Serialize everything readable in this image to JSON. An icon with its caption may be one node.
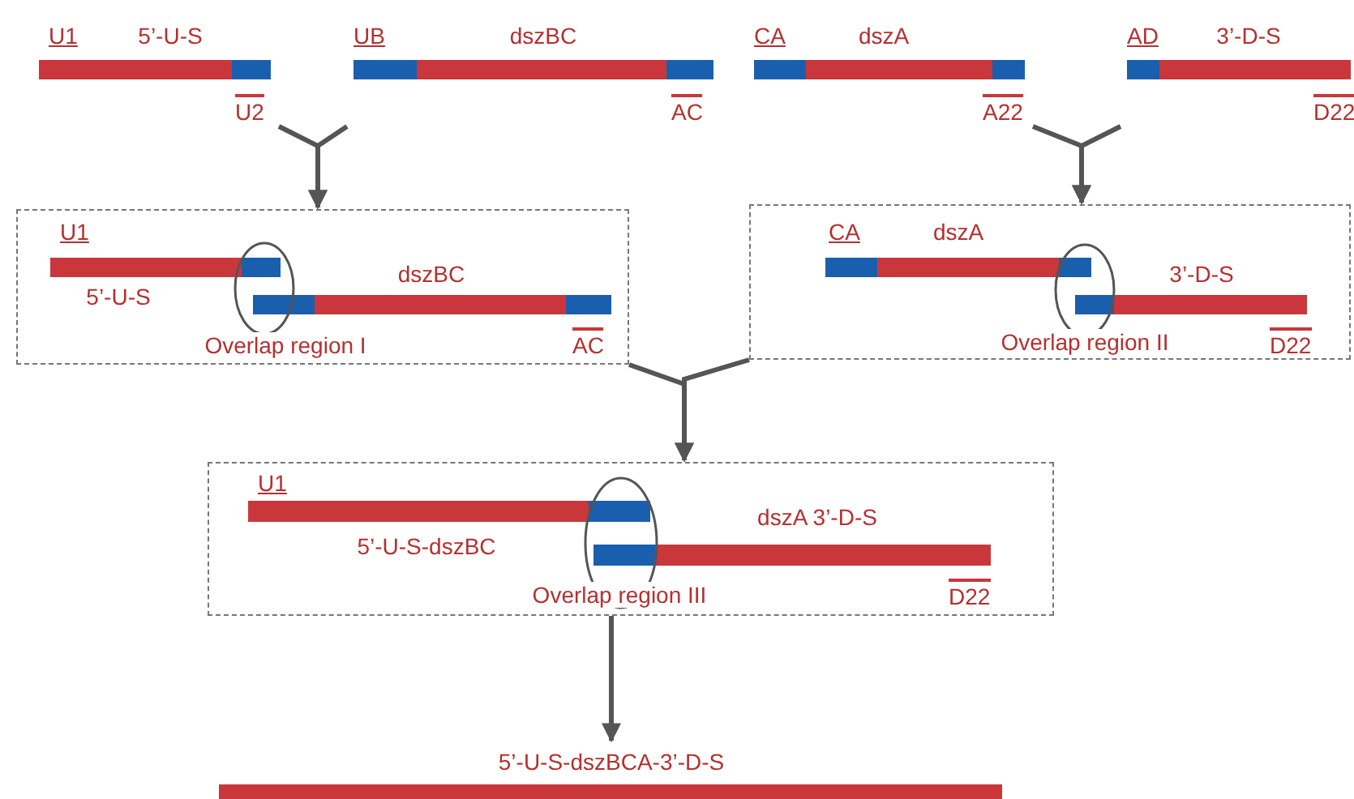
{
  "diagram": {
    "nodes": [
      {
        "text": [
          "5’-U-S"
        ],
        "beside": [
          "U1",
          "U2"
        ]
      },
      {
        "text": [
          "dszBC"
        ],
        "beside": [
          "UB",
          "AC"
        ]
      },
      {
        "text": [
          "dszA"
        ],
        "beside": [
          "CA",
          "A22"
        ]
      },
      {
        "text": [
          "3’-D-S"
        ],
        "beside": [
          "AD",
          "D22"
        ]
      },
      {
        "text": [],
        "shape": "box"
      },
      {
        "text": [
          "5’-U-S"
        ],
        "beside": [
          "U1"
        ],
        "in": 4
      },
      {
        "text": [
          "dszBC"
        ],
        "beside": [
          "AC"
        ],
        "in": 4
      },
      {
        "text": [
          "Overlap region I"
        ],
        "in": 4
      },
      {
        "text": [],
        "shape": "box"
      },
      {
        "text": [
          "dszA"
        ],
        "beside": [
          "CA"
        ],
        "in": 8
      },
      {
        "text": [
          "3’-D-S"
        ],
        "beside": [
          "D22"
        ],
        "in": 8
      },
      {
        "text": [
          "Overlap region II"
        ],
        "in": 8
      },
      {
        "text": [],
        "shape": "box"
      },
      {
        "text": [
          "5’-U-S-dszBC"
        ],
        "beside": [
          "U1"
        ],
        "in": 12
      },
      {
        "text": [
          "dszA 3’-D-S"
        ],
        "beside": [
          "D22"
        ],
        "in": 12
      },
      {
        "text": [
          "Overlap region III"
        ],
        "in": 12
      },
      {
        "text": [
          "5’-U-S-dszBCA-3’-D-S"
        ]
      }
    ],
    "edges": [
      {
        "from": 0,
        "to": 4,
        "arrow": "to"
      },
      {
        "from": 1,
        "to": 4,
        "arrow": "to"
      },
      {
        "from": 2,
        "to": 8,
        "arrow": "to"
      },
      {
        "from": 3,
        "to": 8,
        "arrow": "to"
      },
      {
        "from": 4,
        "to": 12,
        "arrow": "to"
      },
      {
        "from": 8,
        "to": 12,
        "arrow": "to"
      },
      {
        "from": 12,
        "to": 16,
        "arrow": "to"
      }
    ]
  }
}
